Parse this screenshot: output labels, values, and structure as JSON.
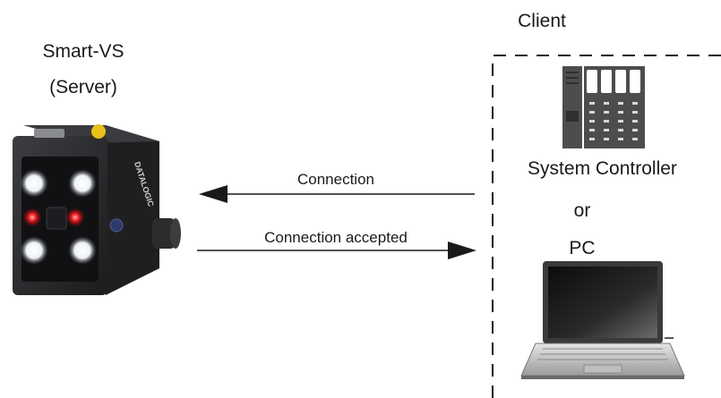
{
  "server": {
    "title_line1": "Smart-VS",
    "title_line2": "(Server)",
    "device_brand": "DATALOGIC"
  },
  "client": {
    "title": "Client",
    "controller_label": "System Controller",
    "or_label": "or",
    "pc_label": "PC"
  },
  "arrows": {
    "connection": "Connection",
    "accepted": "Connection accepted"
  },
  "colors": {
    "arrow": "#1a1a1a",
    "led_white": "#ffffff",
    "led_red": "#e8171c",
    "device_body": "#2a2a2c",
    "button_yellow": "#e8c21a"
  }
}
